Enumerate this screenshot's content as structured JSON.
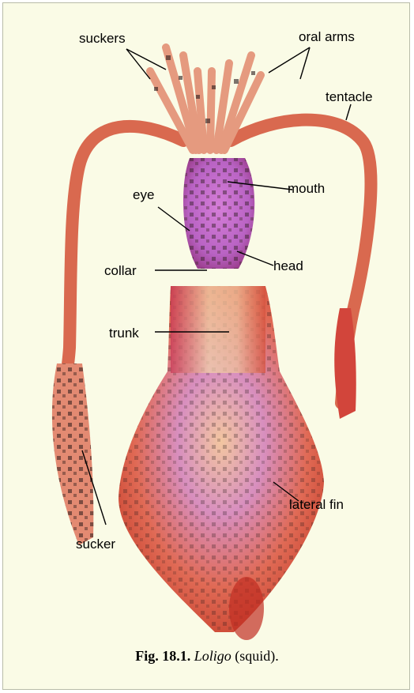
{
  "labels": {
    "suckers": "suckers",
    "oral_arms": "oral arms",
    "tentacle": "tentacle",
    "mouth": "mouth",
    "eye": "eye",
    "head": "head",
    "collar": "collar",
    "trunk": "trunk",
    "sucker": "sucker",
    "lateral_fin": "lateral fin"
  },
  "caption": {
    "number": "Fig. 18.1.",
    "genus": "Loligo",
    "common": "(squid)."
  },
  "colors": {
    "background": "#fafbe6",
    "body_red": "#d9533f",
    "body_pink": "#c86fcf",
    "body_peach": "#f2c19a"
  }
}
